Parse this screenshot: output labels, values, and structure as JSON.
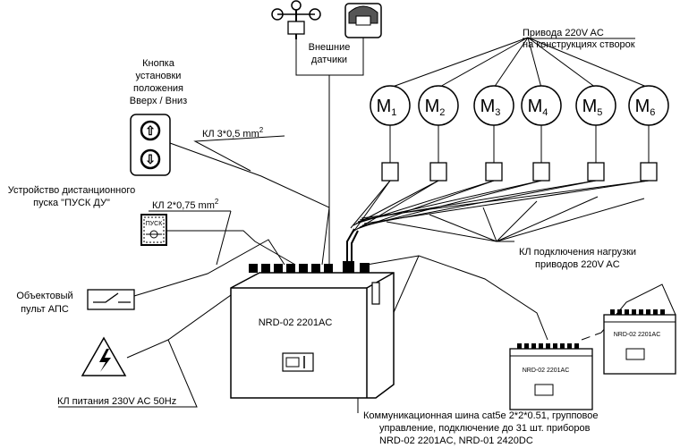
{
  "sensors": {
    "label_line1": "Внешние",
    "label_line2": "датчики"
  },
  "actuators_label": {
    "line1": "Привода 220V AC",
    "line2": "на конструкциях створок"
  },
  "motors": [
    {
      "letter": "M",
      "index": "1"
    },
    {
      "letter": "M",
      "index": "2"
    },
    {
      "letter": "M",
      "index": "3"
    },
    {
      "letter": "M",
      "index": "4"
    },
    {
      "letter": "M",
      "index": "5"
    },
    {
      "letter": "M",
      "index": "6"
    }
  ],
  "button": {
    "label_lines": [
      "Кнопка",
      "установки",
      "положения",
      "Вверх / Вниз"
    ],
    "up_symbol": "⇧",
    "down_symbol": "⇩"
  },
  "cable_3x05": {
    "text": "КЛ 3*0,5 mm",
    "sup": "2"
  },
  "remote": {
    "label_line1": "Устройство дистанционного",
    "label_line2": "пуска \"ПУСК ДУ\"",
    "device_text": "ПУСК"
  },
  "cable_2x075": {
    "text": "КЛ 2*0,75 mm",
    "sup": "2"
  },
  "fire_panel": {
    "label_line1": "Объектовый",
    "label_line2": "пульт АПС"
  },
  "power_cable": {
    "text": "КЛ питания 230V AC 50Hz"
  },
  "load_cable": {
    "line1": "КЛ подключения нагрузки",
    "line2": "приводов 220V AC"
  },
  "controller": {
    "model": "NRD-02 2201AC"
  },
  "small_controllers": [
    {
      "model": "NRD-02 2201AC"
    },
    {
      "model": "NRD-02 2201AC"
    }
  ],
  "bus_label": {
    "line1": "Коммуникационная шина cat5e 2*2*0.51, групповое",
    "line2": "управление, подключение до 31 шт. приборов",
    "line3": "NRD-02 2201AC, NRD-01 2420DC"
  }
}
